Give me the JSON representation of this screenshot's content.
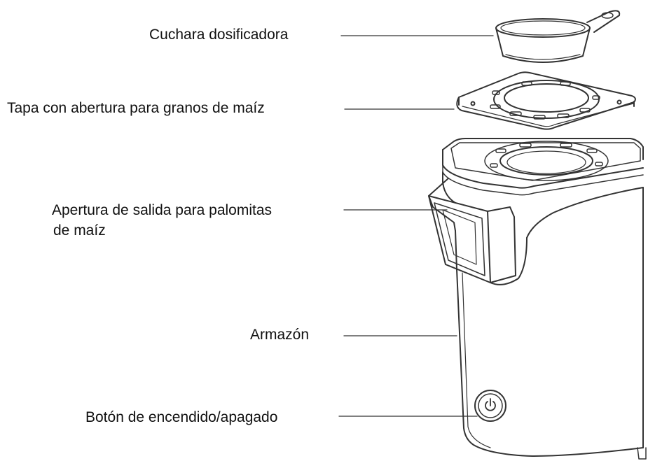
{
  "labels": {
    "scoop": "Cuchara dosificadora",
    "lid": "Tapa con abertura para granos de maíz",
    "outlet_line1": "Apertura de salida para palomitas",
    "outlet_line2": "de maíz",
    "housing": "Armazón",
    "power_button": "Botón de encendido/apagado"
  },
  "colors": {
    "line": "#333333",
    "text": "#111111",
    "background": "#ffffff"
  }
}
